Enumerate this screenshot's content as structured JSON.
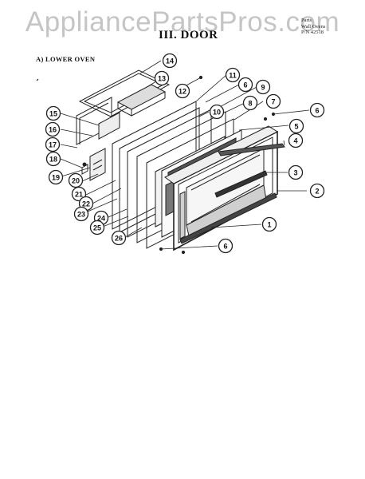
{
  "watermark": "AppliancePartsPros.com",
  "page_title": "III. DOOR",
  "doc_info": {
    "line1": "Parts",
    "line2": "Wall Ovens",
    "line3": "P/N 42518"
  },
  "section_label": "A) LOWER OVEN",
  "callouts": [
    "14",
    "13",
    "12",
    "11",
    "6",
    "9",
    "10",
    "8",
    "7",
    "6",
    "5",
    "4",
    "3",
    "2",
    "1",
    "6",
    "15",
    "16",
    "17",
    "18",
    "19",
    "20",
    "21",
    "22",
    "23",
    "24",
    "25",
    "26"
  ]
}
